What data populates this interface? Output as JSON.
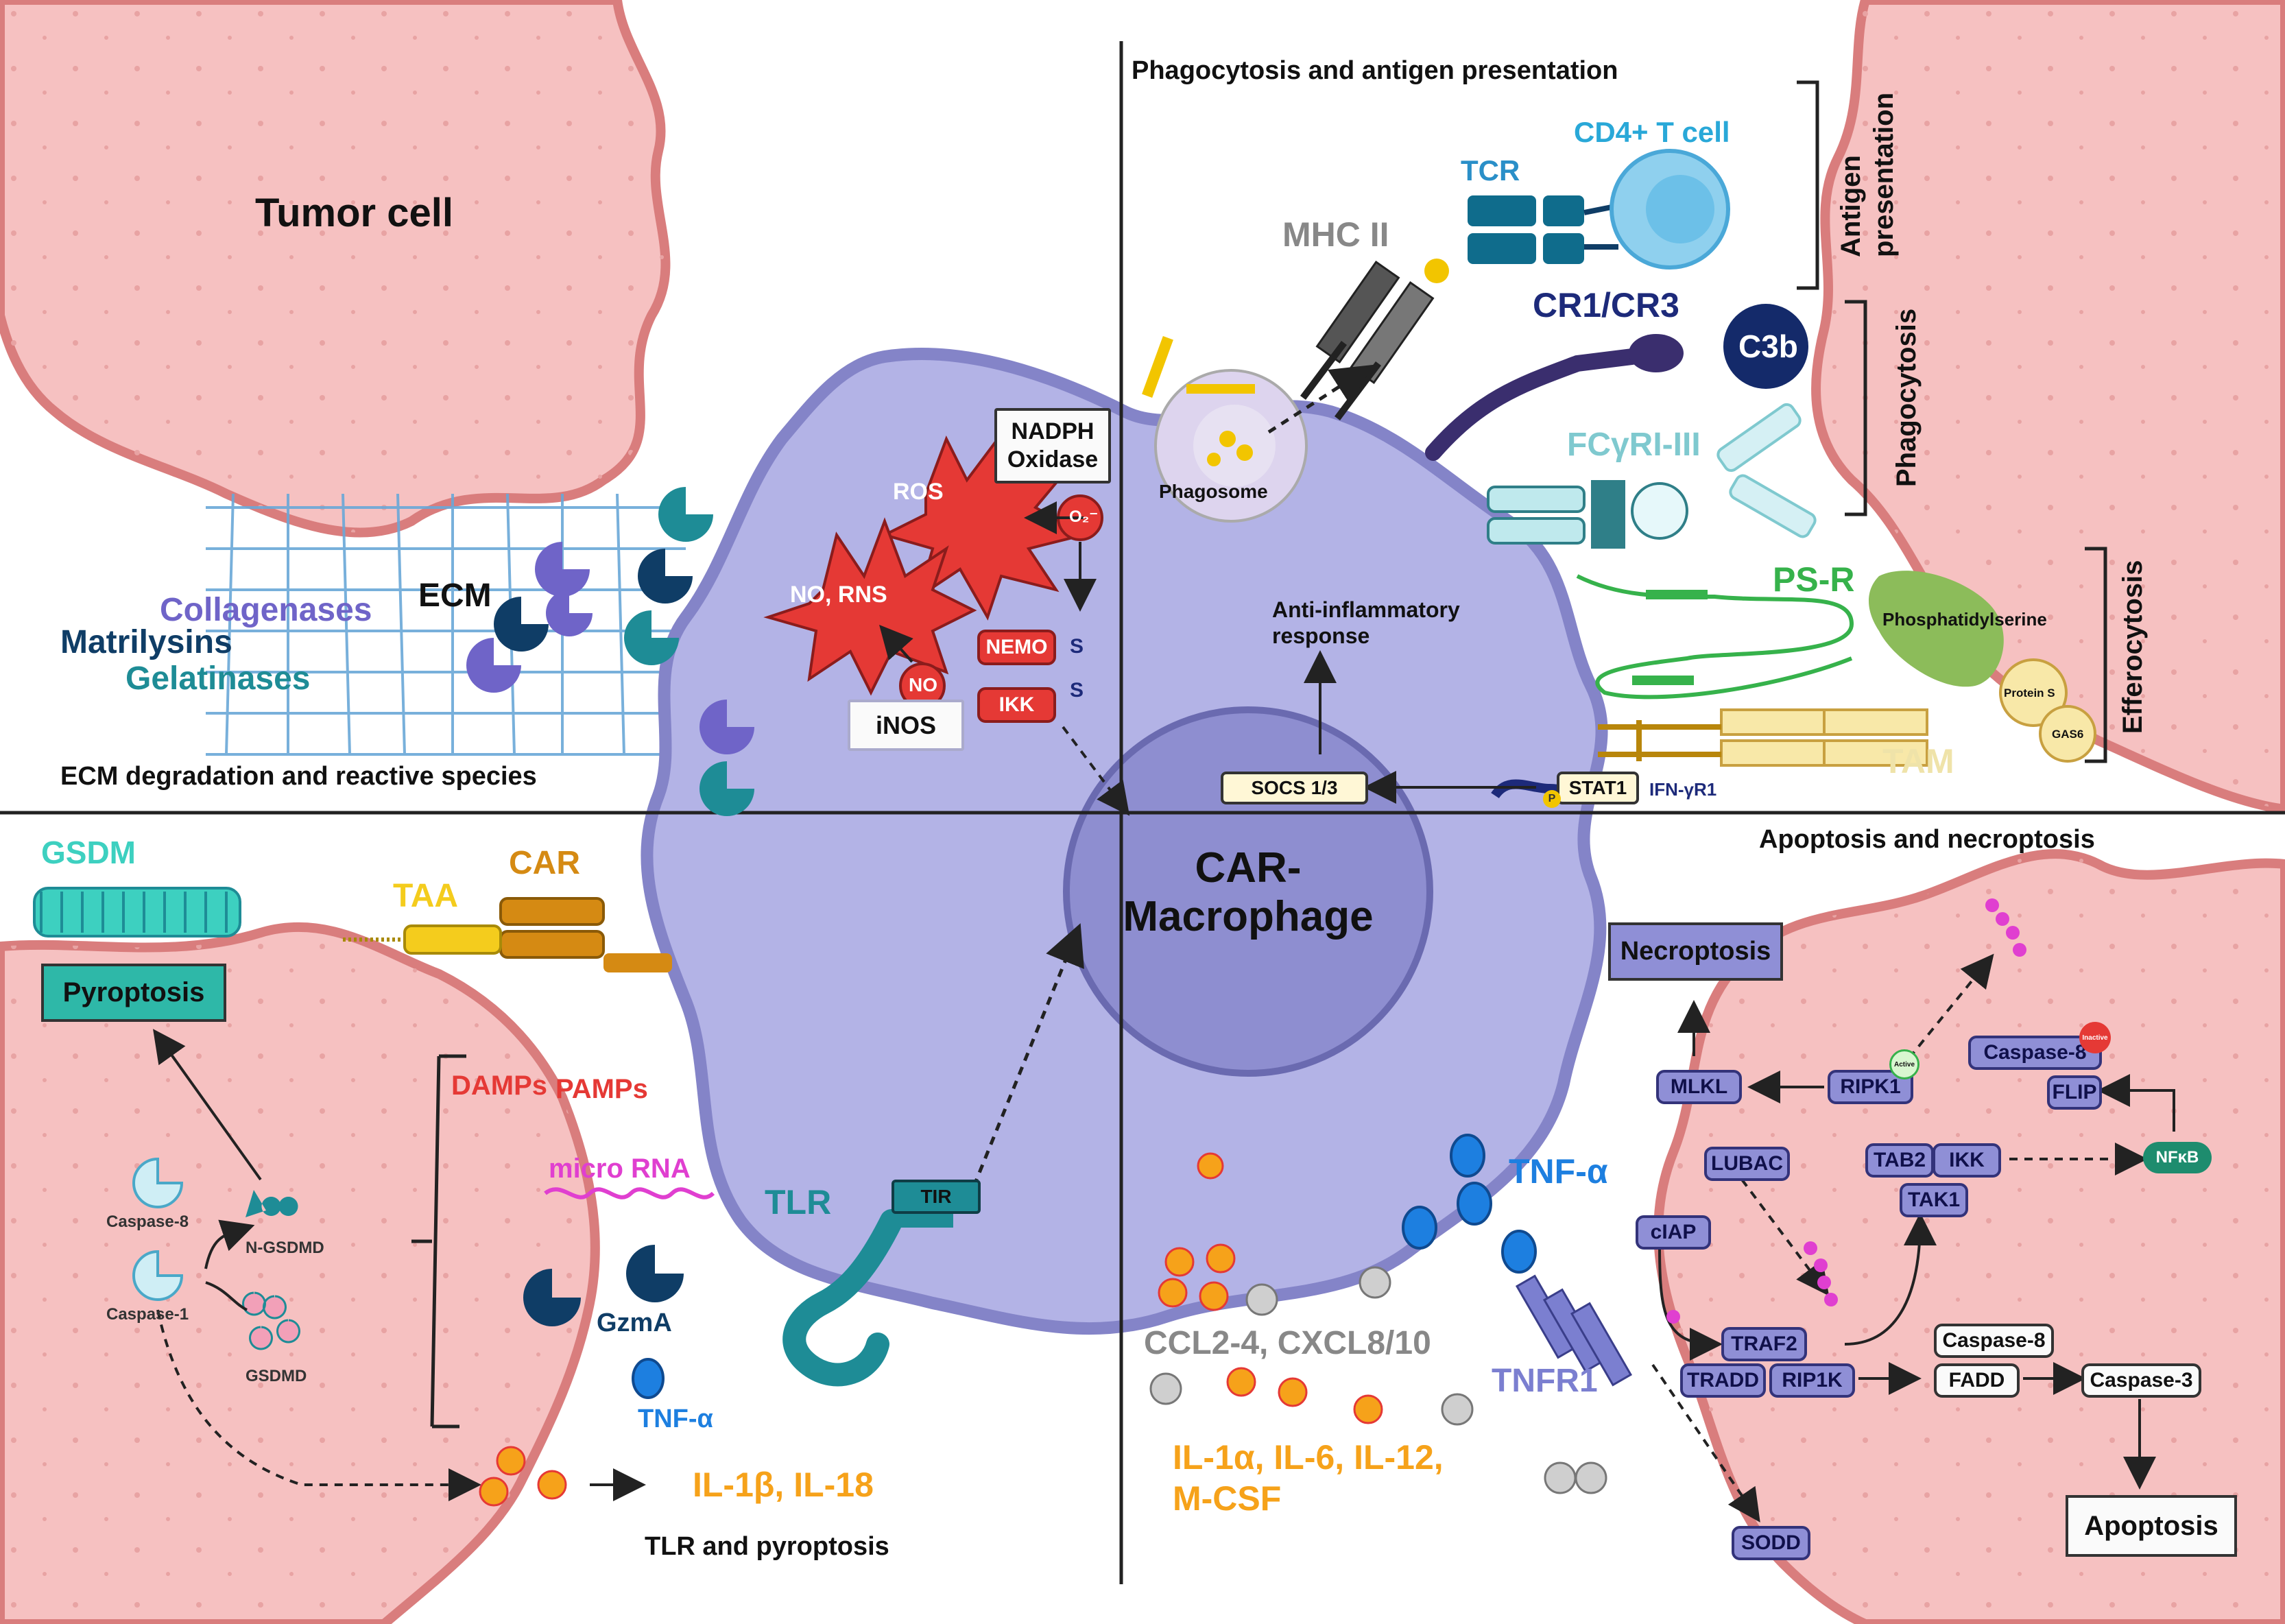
{
  "quadrants": {
    "top_left": {
      "cell_label": "Tumor cell",
      "ecm": "ECM",
      "enzymes": [
        "Collagenases",
        "Matrilysins",
        "Gelatinases"
      ],
      "ros": "ROS",
      "no_rns": "NO, RNS",
      "nadph": "NADPH\nOxidase",
      "o2": "O₂⁻",
      "no": "NO",
      "inos": "iNOS",
      "nemo": "NEMO",
      "ikk": "IKK",
      "s1": "S",
      "s2": "S",
      "caption": "ECM degradation and reactive species"
    },
    "top_right": {
      "caption": "Phagocytosis and antigen presentation",
      "cd4": "CD4+ T cell",
      "tcr": "TCR",
      "mhc": "MHC II",
      "cr": "CR1/CR3",
      "c3b": "C3b",
      "fcg": "FCγRI-III",
      "phagosome": "Phagosome",
      "antigen_presentation": "Antigen\npresentation",
      "phagocytosis": "Phagocytosis",
      "efferocytosis": "Efferocytosis",
      "psr": "PS-R",
      "phosphatidylserine": "Phosphatidylserine",
      "protein_s": "Protein S",
      "gas6": "GAS6",
      "tam": "TAM",
      "anti_inflammatory": "Anti-inflammatory\nresponse",
      "socs": "SOCS 1/3",
      "stat1": "STAT1",
      "p": "P",
      "ifn": "IFN-γR1"
    },
    "center": {
      "label": "CAR-\nMacrophage"
    },
    "bottom_left": {
      "gsdm": "GSDM",
      "pyroptosis": "Pyroptosis",
      "taa": "TAA",
      "car": "CAR",
      "damps": "DAMPs",
      "pamps": "PAMPs",
      "microrna": "micro RNA",
      "gzma": "GzmA",
      "tnf": "TNF-α",
      "tlr": "TLR",
      "tir": "TIR",
      "casp8": "Caspase-8",
      "casp1": "Caspase-1",
      "ngsdmd": "N-GSDMD",
      "gsdmd": "GSDMD",
      "il1b": "IL-1β, IL-18",
      "caption": "TLR and pyroptosis"
    },
    "bottom_right": {
      "caption": "Apoptosis and necroptosis",
      "necroptosis": "Necroptosis",
      "casp8_top": "Caspase-8",
      "flip": "FLIP",
      "ripk1": "RIPK1",
      "mlkl": "MLKL",
      "active": "Active",
      "inactive": "Inactive",
      "lubac": "LUBAC",
      "tab2": "TAB2",
      "ikk": "IKK",
      "tak1": "TAK1",
      "nfkb": "NFκB",
      "ciap": "cIAP",
      "traf2": "TRAF2",
      "tradd": "TRADD",
      "rip1k": "RIP1K",
      "casp8_low": "Caspase-8",
      "fadd": "FADD",
      "casp3": "Caspase-3",
      "apoptosis": "Apoptosis",
      "sodd": "SODD",
      "tnf": "TNF-α",
      "tnfr1": "TNFR1",
      "ccl": "CCL2-4, CXCL8/10",
      "il": "IL-1α, IL-6, IL-12,\nM-CSF"
    }
  },
  "colors": {
    "tumor_fill": "#f6c1c1",
    "tumor_edge": "#d97d7d",
    "macrophage_fill": "#b3b3e6",
    "macrophage_edge": "#8484c8",
    "nucleus_fill": "#8e8ed0",
    "divider": "#222222",
    "teal": "#1e8c96",
    "dark_blue": "#0f3d66",
    "purple_enzyme": "#6f64c8",
    "red": "#e53935",
    "orange": "#f6a21a",
    "magenta": "#e03fd0",
    "grey": "#888888",
    "blue_text": "#1d7fe0",
    "tnfr_text": "#7b7fd0",
    "tam_text": "#efe3a9",
    "psr_text": "#36b24b",
    "tcr_text": "#2a8fc8",
    "cd4_text": "#29a8d8",
    "cr_text": "#1d2a7a",
    "fcg_text": "#7fc9cf",
    "gsdm_text": "#3dd0c0",
    "taa_text": "#f4cc1d",
    "car_text": "#d58a13"
  }
}
